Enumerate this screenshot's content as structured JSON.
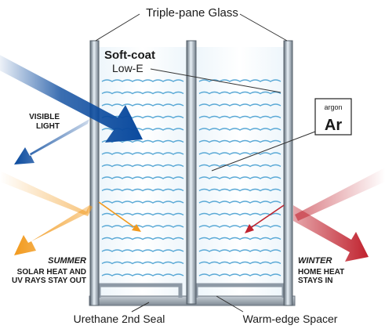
{
  "labels": {
    "title": "Triple-pane Glass",
    "soft_coat": "Soft-coat",
    "low_e": "Low-E",
    "argon_name": "argon",
    "argon_symbol": "Ar",
    "visible_light": [
      "VISIBLE",
      "LIGHT"
    ],
    "summer_title": "SUMMER",
    "summer_lines": [
      "SOLAR HEAT AND",
      "UV RAYS STAY OUT"
    ],
    "winter_title": "WINTER",
    "winter_lines": [
      "HOME HEAT",
      "STAYS IN"
    ],
    "bottom_seal": "Urethane 2nd Seal",
    "bottom_spacer": "Warm-edge Spacer"
  },
  "colors": {
    "visible_light_arrow": "#0a4a9e",
    "summer_arrow": "#f29a1e",
    "winter_arrow": "#c0222e",
    "glass_frame": "#8e9aa6",
    "gas_wave": "#5aa9d6"
  },
  "icons": {
    "visible_light": "visible-light-arrow-icon",
    "summer": "summer-heat-arrow-icon",
    "winter": "winter-heat-arrow-icon",
    "argon": "argon-element-icon"
  }
}
